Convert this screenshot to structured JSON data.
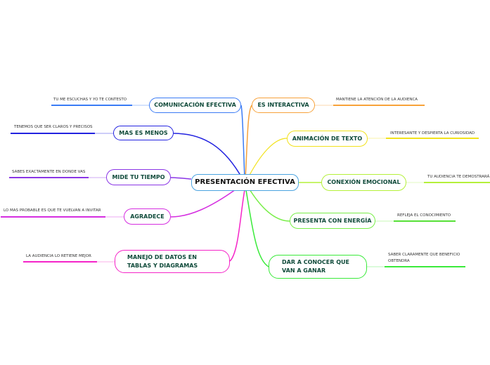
{
  "central": {
    "label": "PRESENTACIÓN EFECTIVA",
    "color": "#4aa3df"
  },
  "left_branches": [
    {
      "label": "COMUNICACIÓN EFECTIVA",
      "note": "TU ME ESCUCHAS Y YO TE CONTESTO",
      "color": "#3a7bf5"
    },
    {
      "label": "MAS ES MENOS",
      "note": "TENEMOS QUE SER CLAROS Y PRECISOS",
      "color": "#2323e0"
    },
    {
      "label": "MIDE TU TIEMPO",
      "note": "SABES EXACTAMENTE EN DONDE VAS",
      "color": "#8a35e6"
    },
    {
      "label": "AGRADECE",
      "note": "LO MAS PROBABLE ES QUE TE VUELVAN A INVITAR",
      "color": "#d52ee0"
    },
    {
      "label": "MANEJO DE DATOS EN TABLAS Y DIAGRAMAS",
      "note": "LA AUDIENCIA LO RETIENE MEJOR",
      "color": "#f524c8"
    }
  ],
  "right_branches": [
    {
      "label": "ES INTERACTIVA",
      "note": "MANTIENE LA ATENCIÓN DE LA AUDIENCA",
      "color": "#f7a23a"
    },
    {
      "label": "ANIMACIÓN DE TEXTO",
      "note": "INTERESANTE Y DESPIERTA LA CURIOSIDAD",
      "color": "#f2e21c"
    },
    {
      "label": "CONEXIÓN EMOCIONAL",
      "note": "TU AUDIENCIA TE DEMOSTRARÁ",
      "color": "#b4f03a"
    },
    {
      "label": "PRESENTA CON ENERGÍA",
      "note": "REFLEJA EL CONOCIMIENTO",
      "color": "#78ee48"
    },
    {
      "label": "DAR A CONOCER QUE VAN A GANAR",
      "note": "SABER CLARAMENTE QUE BENEFICIO OBTENDRA",
      "color": "#3aea3a"
    }
  ]
}
